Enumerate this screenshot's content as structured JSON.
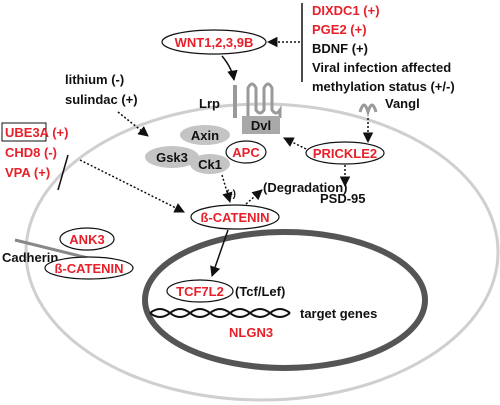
{
  "colors": {
    "accent_red": "#e8202a",
    "text_black": "#111111",
    "membrane_gray": "#cfcfcf",
    "nucleus_gray": "#555555",
    "protein_gray": "#c4c4c4",
    "dvl_gray": "#a8a8a8"
  },
  "regulators_top_right": [
    {
      "text": "DIXDC1 (+)",
      "color": "red"
    },
    {
      "text": "PGE2 (+)",
      "color": "red"
    },
    {
      "text": "BDNF (+)",
      "color": "black"
    },
    {
      "text": "Viral infection affected",
      "color": "black"
    },
    {
      "text": "methylation status (+/-)",
      "color": "black"
    }
  ],
  "wnt": "WNT1,2,3,9B",
  "drugs": {
    "lithium": "lithium (-)",
    "sulindac": "sulindac (+)"
  },
  "regulators_left": [
    {
      "text": "UBE3A (+)",
      "color": "red",
      "boxed": true
    },
    {
      "text": "CHD8 (-)",
      "color": "red",
      "boxed": false
    },
    {
      "text": "VPA (+)",
      "color": "red",
      "boxed": false
    }
  ],
  "receptors": {
    "lrp": "Lrp",
    "vangl": "Vangl"
  },
  "complex": {
    "axin": "Axin",
    "dvl": "Dvl",
    "gsk3": "Gsk3",
    "ck1": "Ck1",
    "apc": "APC"
  },
  "prickle": "PRICKLE2",
  "psd95": "PSD-95",
  "degradation": {
    "sign": "(-)",
    "label": "(Degradation)"
  },
  "beta_catenin": "ß-CATENIN",
  "adhesion": {
    "cadherin": "Cadherin",
    "ank3": "ANK3",
    "beta_catenin": "ß-CATENIN"
  },
  "nucleus": {
    "tcf7l2": "TCF7L2",
    "tcf_lef": "(Tcf/Lef)",
    "target_genes": "target genes",
    "nlgn3": "NLGN3"
  }
}
